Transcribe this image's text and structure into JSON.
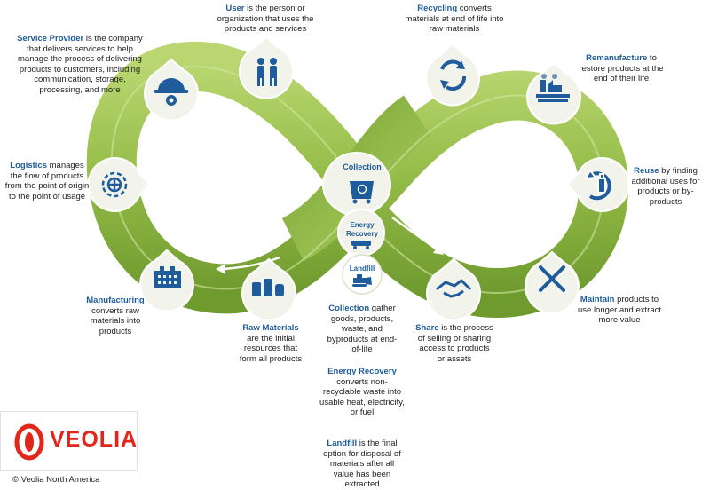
{
  "colors": {
    "loop_light": "#a6c95a",
    "loop_mid": "#8db641",
    "loop_dark": "#6f9a2e",
    "accent": "#1e5c9b",
    "brand_red": "#e2261c",
    "node_bg": "#f2f4ec"
  },
  "center_nodes": {
    "collection": "Collection",
    "energy_recovery_1": "Energy",
    "energy_recovery_2": "Recovery",
    "landfill": "Landfill"
  },
  "descriptions": {
    "user": {
      "title": "User",
      "text": " is the person or organization that uses the products and services"
    },
    "recycling": {
      "title": "Recycling",
      "text": " converts materials at end of life into raw materials"
    },
    "service_provider": {
      "title": "Service Provider",
      "text": " is the company that delivers services to help manage the process of delivering products to customers, including communication, storage, processing, and more"
    },
    "remanufacture": {
      "title": "Remanufacture",
      "text": " to restore products at the end of their life"
    },
    "logistics": {
      "title": "Logistics",
      "text": " manages the flow of products from the point of origin to the point of usage"
    },
    "reuse": {
      "title": "Reuse",
      "text": " by finding additional uses for products or by-products"
    },
    "manufacturing": {
      "title": "Manufacturing",
      "text": " converts raw materials into products"
    },
    "raw_materials": {
      "title": "Raw Materials",
      "text": " are the initial resources that form all products"
    },
    "maintain": {
      "title": "Maintain",
      "text": " products to use longer and extract more value"
    },
    "share": {
      "title": "Share",
      "text": " is the process of selling or sharing access to products or assets"
    },
    "collection": {
      "title": "Collection",
      "text": " gather goods, products, waste, and byproducts at end-of-life"
    },
    "energy_recovery": {
      "title": "Energy Recovery",
      "text": " converts non-recyclable waste into usable heat, electricity, or fuel"
    },
    "landfill": {
      "title": "Landfill",
      "text": " is the final option for disposal of materials after all value has been extracted"
    }
  },
  "brand": {
    "logo_text": "VEOLIA",
    "copyright": "© Veolia North America"
  },
  "icons": [
    "hardhat-gear-icon",
    "people-icon",
    "recycle-arrows-icon",
    "factory-icon",
    "globe-gears-icon",
    "bottle-reuse-icon",
    "building-icon",
    "barrels-icon",
    "wrench-screwdriver-icon",
    "handshake-icon",
    "dumpster-icon",
    "truck-icon",
    "bulldozer-icon"
  ]
}
